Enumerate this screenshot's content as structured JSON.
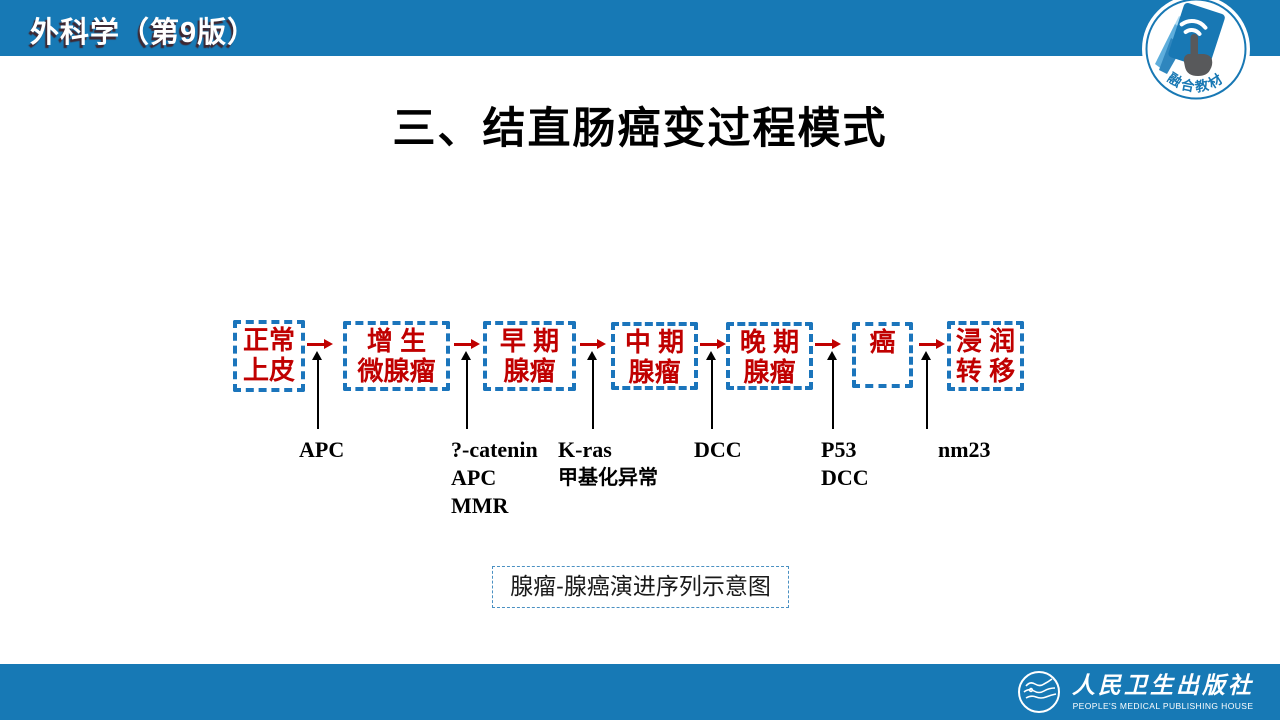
{
  "header": {
    "course_title": "外科学（第9版）"
  },
  "badge": {
    "label": "融合教材"
  },
  "slide": {
    "title": "三、结直肠癌变过程模式"
  },
  "diagram": {
    "stages": [
      {
        "line1": "正常",
        "line2": "上皮"
      },
      {
        "line1": "增 生",
        "line2": "微腺瘤"
      },
      {
        "line1": "早 期",
        "line2": "腺瘤"
      },
      {
        "line1": "中 期",
        "line2": "腺瘤"
      },
      {
        "line1": "晚 期",
        "line2": "腺瘤"
      },
      {
        "line1": "癌",
        "line2": ""
      },
      {
        "line1": "浸 润",
        "line2": "转 移"
      }
    ],
    "gene_groups": [
      {
        "lines": [
          "APC"
        ]
      },
      {
        "lines": [
          "?-catenin",
          "APC",
          "MMR"
        ]
      },
      {
        "lines": [
          "K-ras",
          "甲基化异常"
        ]
      },
      {
        "lines": [
          "DCC"
        ]
      },
      {
        "lines": [
          "P53",
          "DCC"
        ]
      },
      {
        "lines": [
          "nm23"
        ]
      }
    ],
    "caption": "腺瘤-腺癌演进序列示意图"
  },
  "footer": {
    "publisher_cn": "人民卫生出版社",
    "publisher_en": "PEOPLE'S MEDICAL PUBLISHING HOUSE"
  },
  "colors": {
    "bar_blue": "#1779B5",
    "box_border_blue": "#1B75BC",
    "stage_text_red": "#C00000",
    "caption_border_blue": "#4A90C2"
  }
}
